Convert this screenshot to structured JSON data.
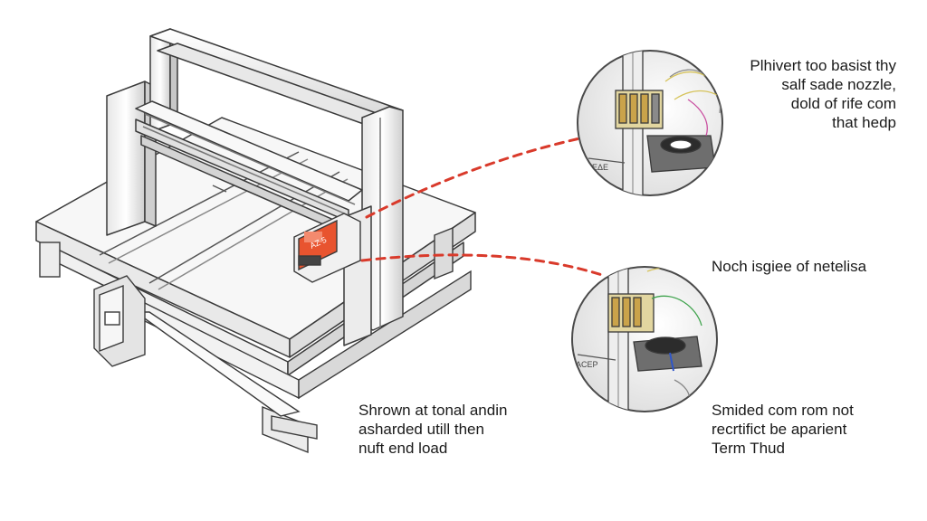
{
  "callouts": {
    "top": {
      "lines": [
        "Plhivert too basist thy",
        "salf sade nozzle,",
        "dold of rife com",
        "that hedp"
      ]
    },
    "middle": {
      "lines": [
        "Noch isgiee of netelisa"
      ]
    },
    "bottom_left": {
      "lines": [
        "Shrown at tonal andin",
        "asharded utill then",
        "nuft end load"
      ]
    },
    "bottom_right": {
      "lines": [
        "Smided com rom not",
        "recrtifict be aparient",
        "Term Thud"
      ]
    },
    "carriage_marking": "AZ 5",
    "inset_marking_top": "AEΔE",
    "inset_marking_bottom": "ACEP"
  },
  "colors": {
    "accent_red": "#d93a2b",
    "carriage_orange": "#e8542f",
    "frame_line": "#3a3a3a",
    "frame_fill": "#f4f4f4",
    "bed_fill": "#f7f7f7"
  }
}
